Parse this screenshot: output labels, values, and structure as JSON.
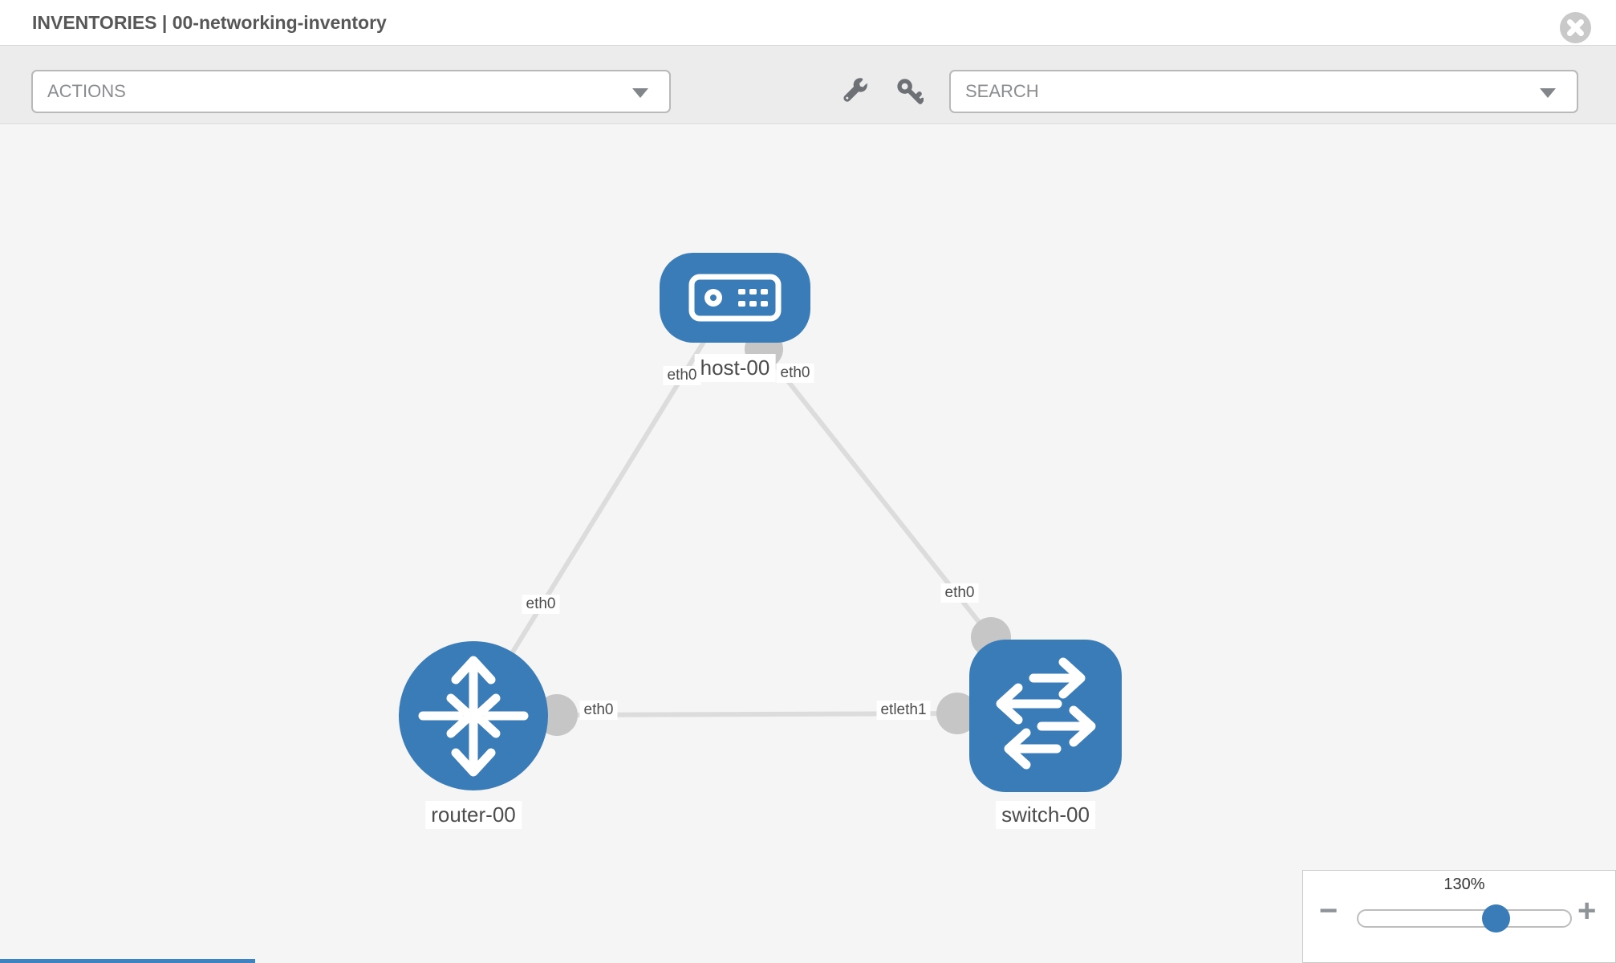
{
  "header": {
    "title": "INVENTORIES | 00-networking-inventory"
  },
  "toolbar": {
    "actions_dropdown": {
      "label": "ACTIONS"
    },
    "search_dropdown": {
      "placeholder": "SEARCH"
    },
    "tool_icons": [
      {
        "name": "wrench-icon"
      },
      {
        "name": "key-icon"
      }
    ]
  },
  "canvas": {
    "nodes": [
      {
        "id": "host-00",
        "label": "host-00",
        "type": "host",
        "shape": "rounded-rect"
      },
      {
        "id": "router-00",
        "label": "router-00",
        "type": "router",
        "shape": "circle"
      },
      {
        "id": "switch-00",
        "label": "switch-00",
        "type": "switch",
        "shape": "rounded-square"
      }
    ],
    "links": [
      {
        "from": "router-00",
        "to": "host-00",
        "from_interface": "eth0",
        "to_interface": "eth0"
      },
      {
        "from": "host-00",
        "to": "switch-00",
        "from_interface": "eth0",
        "to_interface": "eth0"
      },
      {
        "from": "router-00",
        "to": "switch-00",
        "from_interface": "eth0",
        "to_interface": "eth1",
        "overlapped_label_text": "etleth1"
      }
    ],
    "interface_labels": [
      {
        "text": "eth0"
      },
      {
        "text": "eth0"
      },
      {
        "text": "eth0"
      },
      {
        "text": "eth0"
      },
      {
        "text": "eth0"
      },
      {
        "text": "etleth1"
      }
    ]
  },
  "zoom_control": {
    "level": "130%",
    "minus": "−",
    "plus": "+"
  },
  "colors": {
    "accent": "#3a7cb8",
    "link": "#dcdcdc",
    "port": "#c6c6c6",
    "canvas_bg": "#f5f5f5"
  }
}
